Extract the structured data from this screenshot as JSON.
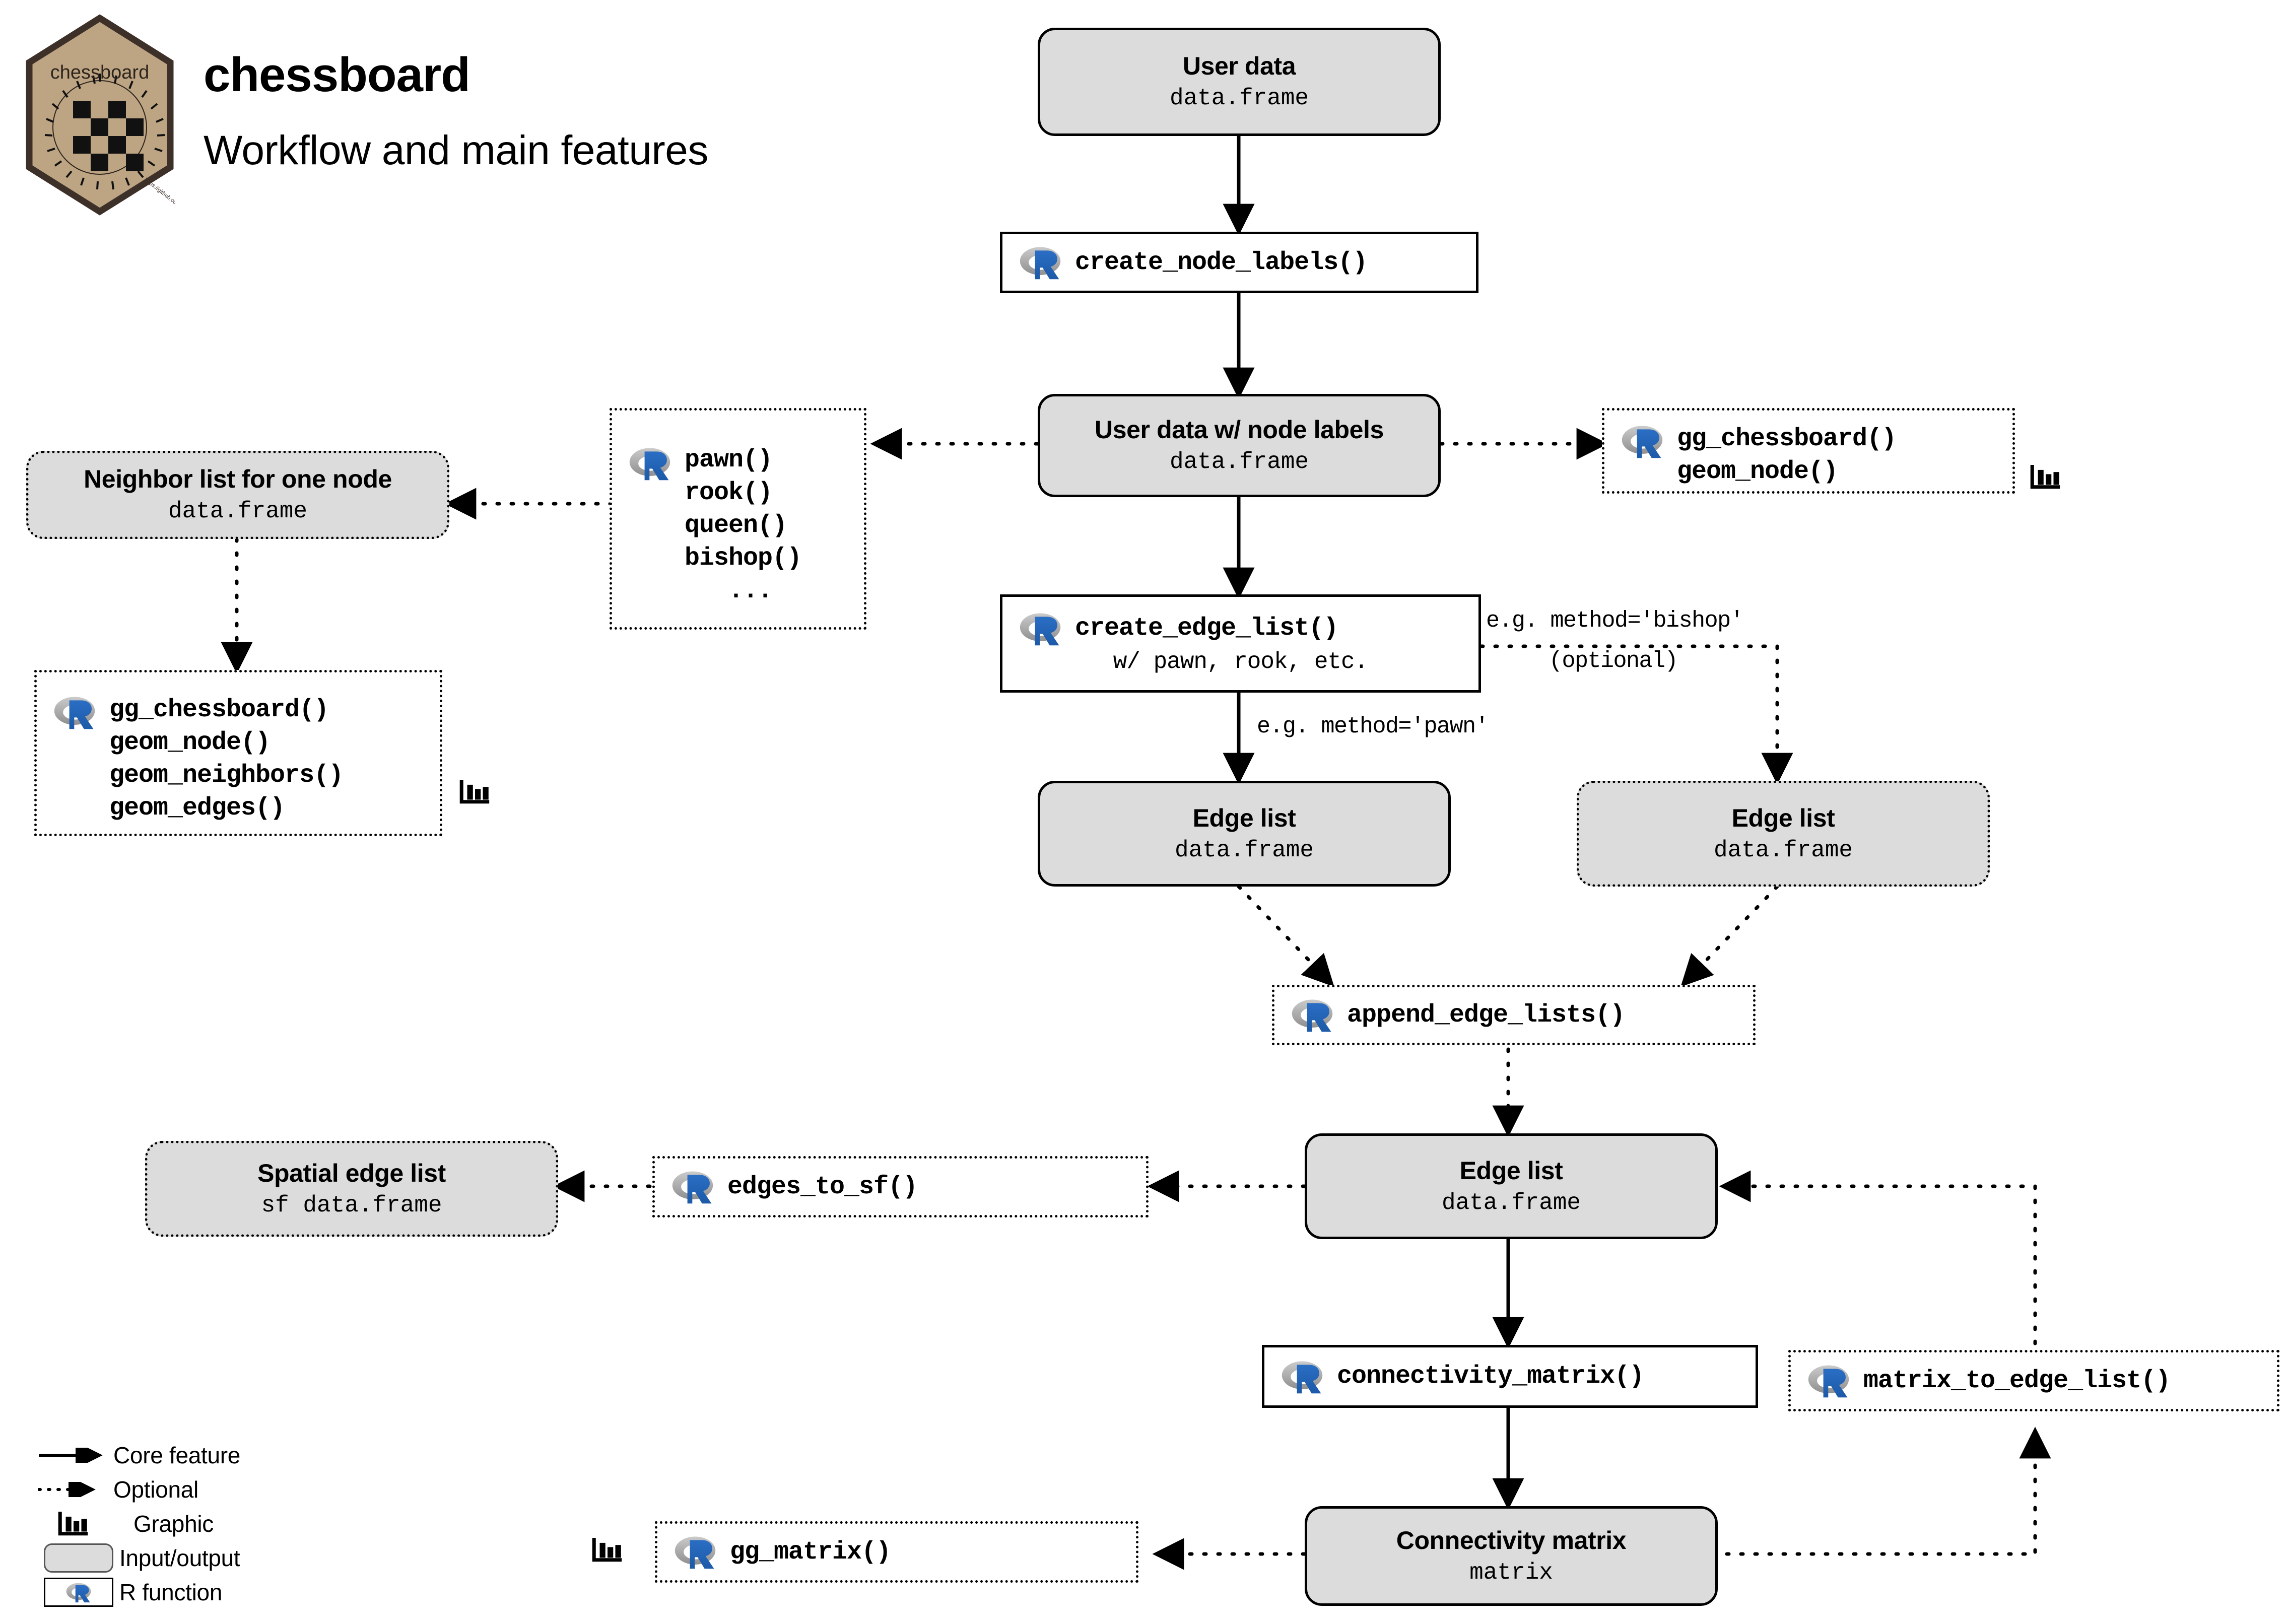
{
  "header": {
    "title": "chessboard",
    "subtitle": "Workflow and main features",
    "logo_text": "chessboard",
    "logo_url_text": "https://github.com/frbcesab/chessboard"
  },
  "nodes": {
    "user_data": {
      "title": "User data",
      "subtitle": "data.frame"
    },
    "user_data_labels": {
      "title": "User data w/ node labels",
      "subtitle": "data.frame"
    },
    "neighbor_list": {
      "title": "Neighbor list for one node",
      "subtitle": "data.frame"
    },
    "edge_list_pawn": {
      "title": "Edge list",
      "subtitle": "data.frame"
    },
    "edge_list_bishop": {
      "title": "Edge list",
      "subtitle": "data.frame"
    },
    "edge_list_final": {
      "title": "Edge list",
      "subtitle": "data.frame"
    },
    "spatial_edge_list": {
      "title": "Spatial edge list",
      "subtitle": "sf data.frame"
    },
    "connectivity_matrix": {
      "title": "Connectivity matrix",
      "subtitle": "matrix"
    }
  },
  "functions": {
    "create_node_labels": {
      "label": "create_node_labels()"
    },
    "create_edge_list": {
      "label": "create_edge_list()",
      "sublabel": "w/ pawn, rook, etc."
    },
    "append_edge_lists": {
      "label": "append_edge_lists()"
    },
    "edges_to_sf": {
      "label": "edges_to_sf()"
    },
    "connectivity_matrix": {
      "label": "connectivity_matrix()"
    },
    "matrix_to_edge_list": {
      "label": "matrix_to_edge_list()"
    },
    "gg_matrix": {
      "label": "gg_matrix()"
    },
    "piece_moves": {
      "label": "pawn()\nrook()\nqueen()\nbishop()\n   ..."
    },
    "gg_node_plot": {
      "label": "gg_chessboard()\ngeom_node()"
    },
    "gg_neighbors_plot": {
      "label": "gg_chessboard()\ngeom_node()\ngeom_neighbors()\ngeom_edges()"
    }
  },
  "edge_labels": {
    "method_pawn": "e.g. method='pawn'",
    "method_bishop": "e.g. method='bishop'",
    "optional": "(optional)"
  },
  "legend": {
    "items": [
      {
        "key": "solid-arrow-icon",
        "label": "Core feature"
      },
      {
        "key": "dotted-arrow-icon",
        "label": "Optional"
      },
      {
        "key": "bar-chart-icon",
        "label": "Graphic"
      },
      {
        "key": "rounded-box-icon",
        "label": "Input/output"
      },
      {
        "key": "r-logo-icon",
        "label": "R function"
      }
    ]
  },
  "colors": {
    "io_fill": "#dcdcdc",
    "stroke": "#000000",
    "r_blue": "#2065b8",
    "r_grey": "#9a9a9a",
    "logo_tan": "#bda584",
    "logo_border": "#3d3029"
  }
}
